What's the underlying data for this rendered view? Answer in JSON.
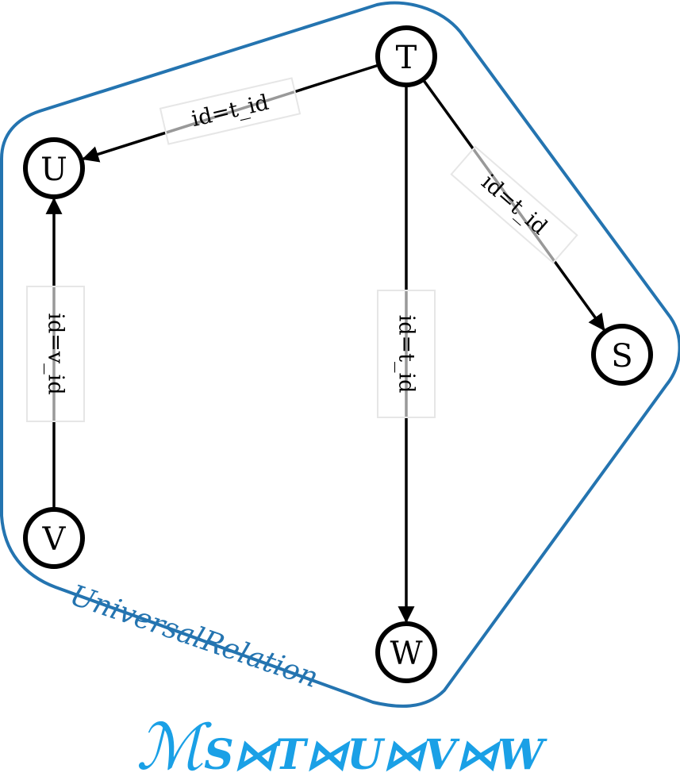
{
  "diagram": {
    "nodes": [
      {
        "id": "T",
        "label": "T"
      },
      {
        "id": "U",
        "label": "U"
      },
      {
        "id": "S",
        "label": "S"
      },
      {
        "id": "V",
        "label": "V"
      },
      {
        "id": "W",
        "label": "W"
      }
    ],
    "edges": [
      {
        "from": "T",
        "to": "U",
        "label": "id=t_id"
      },
      {
        "from": "T",
        "to": "S",
        "label": "id=t_id"
      },
      {
        "from": "T",
        "to": "W",
        "label": "id=t_id"
      },
      {
        "from": "V",
        "to": "U",
        "label": "id=v_id"
      }
    ],
    "group": {
      "label": "UniversalRelation",
      "color": "#2474b0"
    }
  },
  "formula": {
    "symbol": "ℳ",
    "subscript": "S⋈T⋈U⋈V⋈W",
    "color": "#1aa0e6"
  }
}
